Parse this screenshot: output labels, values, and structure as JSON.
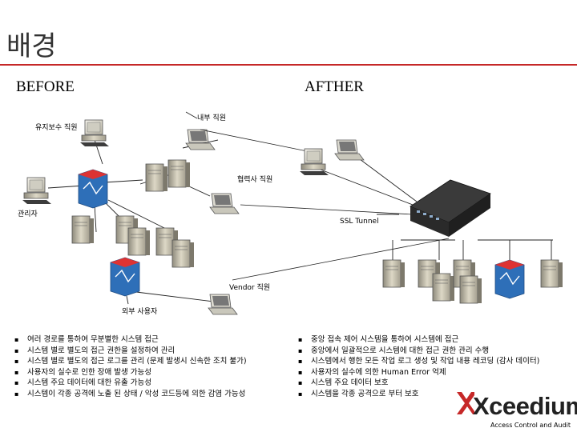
{
  "slide": {
    "title": "배경",
    "before_label": "BEFORE",
    "after_label": "AFTHER"
  },
  "diagram": {
    "internal_staff": "내부 직원",
    "maintenance_staff": "유지보수 직원",
    "operator_staff": "협력사 직원",
    "admin": "관리자",
    "ssl_tunnel": "SSL Tunnel",
    "vendor_staff": "Vendor 직원",
    "external_user": "외부 사용자"
  },
  "before_points": [
    "여러 경로를 통하여 무분별한 시스템 접근",
    "시스템 별로 별도의 접근 권한을 설정하여 관리",
    "시스템 별로 별도의 접근 로그를 관리 (문제 발생시 신속한 조치 불가)",
    "사용자의 실수로 인한 장애 발생 가능성",
    "시스템 주요 데이터에 대한 유출 가능성",
    "시스템이 각종 공격에 노출 된 상태 / 악성 코드등에 의한 감염 가능성"
  ],
  "after_points": [
    "중앙 접속 제어 시스템을 통하여 시스템에 접근",
    "중앙에서 일괄적으로 시스템에 대한 접근 권한 관리 수행",
    "시스템에서 행한 모든 작업 로그 생성 및 작업 내용 레코딩 (감사 데이터)",
    "사용자의 실수에 의한 Human Error 억제",
    "시스템 주요 데이터 보호",
    "시스템을 각종 공격으로 부터 보호"
  ],
  "brand": {
    "logo_text": "Xceedium",
    "tagline": "Access Control and Audit",
    "accent": "#c62828"
  }
}
